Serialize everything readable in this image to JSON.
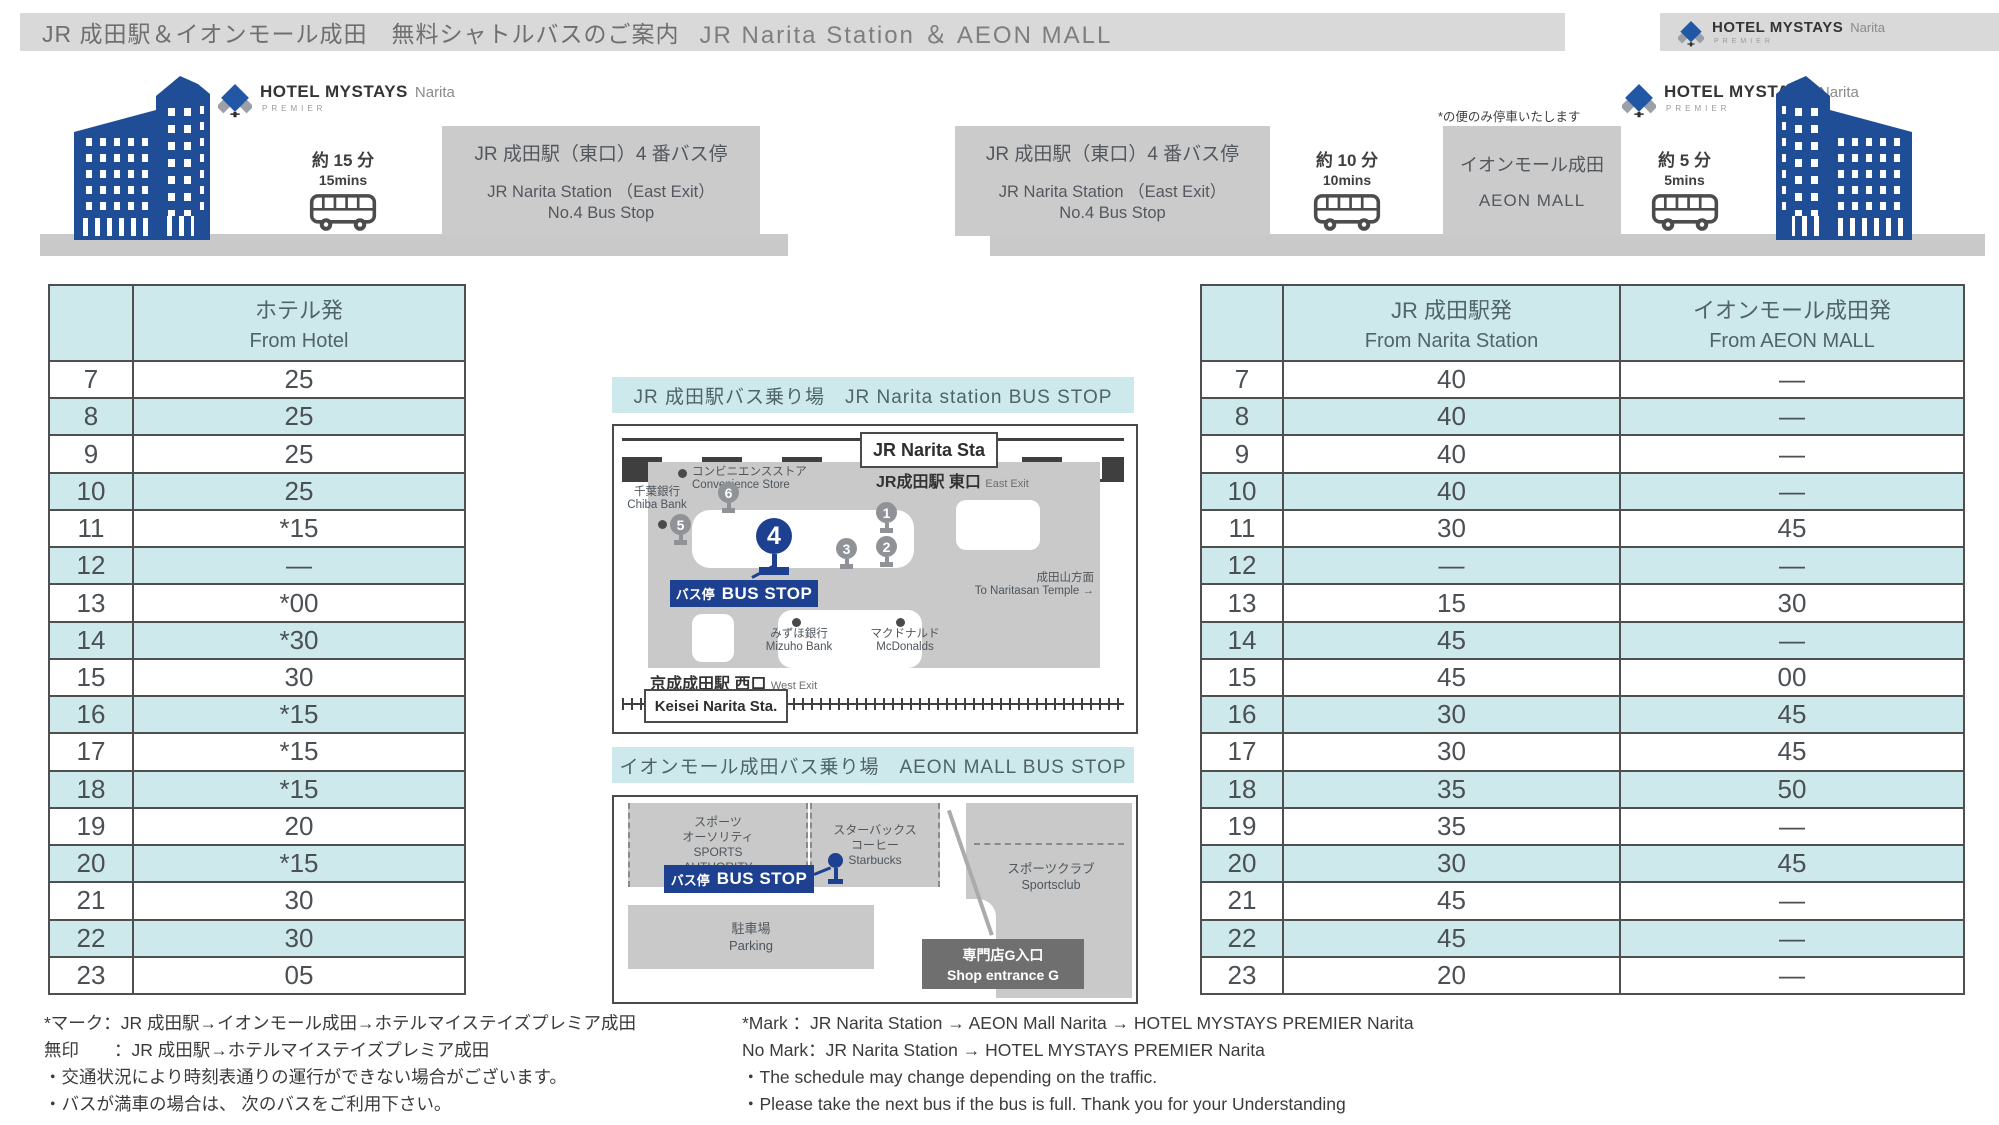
{
  "header": {
    "title_jp": "JR 成田駅＆イオンモール成田　無料シャトルバスのご案内",
    "title_en": "JR Narita Station  ＆ AEON MALL",
    "logo": {
      "brand": "HOTEL MYSTAYS",
      "place": "Narita",
      "premier": "PREMIER"
    }
  },
  "route": {
    "t15_jp": "約 15 分",
    "t15_en": "15mins",
    "t10_jp": "約 10 分",
    "t10_en": "10mins",
    "t5_jp": "約 5 分",
    "t5_en": "5mins",
    "station_box": {
      "jp": "JR 成田駅（東口）4 番バス停",
      "en1": "JR Narita Station （East Exit）",
      "en2": "No.4 Bus Stop"
    },
    "aeon_note": "*の便のみ停車いたします",
    "aeon_box": {
      "jp": "イオンモール成田",
      "en": "AEON MALL"
    }
  },
  "from_hotel_table": {
    "header_jp": "ホテル発",
    "header_en": "From Hotel",
    "rows": [
      {
        "hour": "7",
        "min": "25"
      },
      {
        "hour": "8",
        "min": "25"
      },
      {
        "hour": "9",
        "min": "25"
      },
      {
        "hour": "10",
        "min": "25"
      },
      {
        "hour": "11",
        "min": "*15"
      },
      {
        "hour": "12",
        "min": "—"
      },
      {
        "hour": "13",
        "min": "*00"
      },
      {
        "hour": "14",
        "min": "*30"
      },
      {
        "hour": "15",
        "min": "30"
      },
      {
        "hour": "16",
        "min": "*15"
      },
      {
        "hour": "17",
        "min": "*15"
      },
      {
        "hour": "18",
        "min": "*15"
      },
      {
        "hour": "19",
        "min": "20"
      },
      {
        "hour": "20",
        "min": "*15"
      },
      {
        "hour": "21",
        "min": "30"
      },
      {
        "hour": "22",
        "min": "30"
      },
      {
        "hour": "23",
        "min": "05"
      }
    ]
  },
  "from_station_table": {
    "col_station_jp": "JR 成田駅発",
    "col_station_en": "From Narita Station",
    "col_mall_jp": "イオンモール成田発",
    "col_mall_en": "From AEON MALL",
    "rows": [
      {
        "hour": "7",
        "station": "40",
        "mall": "—"
      },
      {
        "hour": "8",
        "station": "40",
        "mall": "—"
      },
      {
        "hour": "9",
        "station": "40",
        "mall": "—"
      },
      {
        "hour": "10",
        "station": "40",
        "mall": "—"
      },
      {
        "hour": "11",
        "station": "30",
        "mall": "45"
      },
      {
        "hour": "12",
        "station": "—",
        "mall": "—"
      },
      {
        "hour": "13",
        "station": "15",
        "mall": "30"
      },
      {
        "hour": "14",
        "station": "45",
        "mall": "—"
      },
      {
        "hour": "15",
        "station": "45",
        "mall": "00"
      },
      {
        "hour": "16",
        "station": "30",
        "mall": "45"
      },
      {
        "hour": "17",
        "station": "30",
        "mall": "45"
      },
      {
        "hour": "18",
        "station": "35",
        "mall": "50"
      },
      {
        "hour": "19",
        "station": "35",
        "mall": "—"
      },
      {
        "hour": "20",
        "station": "30",
        "mall": "45"
      },
      {
        "hour": "21",
        "station": "45",
        "mall": "—"
      },
      {
        "hour": "22",
        "station": "45",
        "mall": "—"
      },
      {
        "hour": "23",
        "station": "20",
        "mall": "—"
      }
    ]
  },
  "station_map": {
    "title": "JR 成田駅バス乗り場　JR Narita station BUS STOP",
    "station_label": "JR Narita Sta",
    "east_exit_jp": "JR成田駅 東口",
    "east_exit_en": "East Exit",
    "convenience_jp": "コンビニエンスストア",
    "convenience_en": "Convenience Store",
    "bank_jp": "千葉銀行",
    "bank_en": "Chiba Bank",
    "stop1": "1",
    "stop2": "2",
    "stop3": "3",
    "stop4": "4",
    "stop5": "5",
    "stop6": "6",
    "bus_stop_jp": "バス停",
    "bus_stop_en": "BUS STOP",
    "temple_jp": "成田山方面",
    "temple_en": "To Naritasan Temple →",
    "mizuho_jp": "みずほ銀行",
    "mizuho_en": "Mizuho Bank",
    "mcdonalds_jp": "マクドナルド",
    "mcdonalds_en": "McDonalds",
    "west_exit_jp": "京成成田駅 西口",
    "west_exit_en": "West Exit",
    "keisei_label": "Keisei Narita Sta."
  },
  "aeon_map": {
    "title": "イオンモール成田バス乗り場　AEON MALL BUS STOP",
    "sports1": "スポーツ",
    "sports2": "オーソリティ",
    "sports3": "SPORTS",
    "sports4": "AUTHORITY",
    "sb1": "スターバックス",
    "sb2": "コーヒー",
    "sb3": "Starbucks",
    "bus_stop_jp": "バス停",
    "bus_stop_en": "BUS STOP",
    "parking_jp": "駐車場",
    "parking_en": "Parking",
    "club_jp": "スポーツクラブ",
    "club_en": "Sportsclub",
    "entrance_jp": "専門店G入口",
    "entrance_en": "Shop entrance G"
  },
  "notes_jp": [
    "*マーク：JR 成田駅→イオンモール成田→ホテルマイステイズプレミア成田",
    "無印　　：JR 成田駅→ホテルマイステイズプレミア成田",
    "・交通状況により時刻表通りの運行ができない場合がございます。",
    "・バスが満車の場合は、 次のバスをご利用下さい。"
  ],
  "notes_en": [
    "*Mark  ：JR Narita Station → AEON Mall Narita → HOTEL MYSTAYS PREMIER Narita",
    "No Mark：JR Narita Station → HOTEL MYSTAYS PREMIER Narita",
    "・The schedule may change depending on the traffic.",
    "・Please take the next bus if the bus is full. Thank you for your Understanding"
  ],
  "colors": {
    "brand_blue": "#1f4e96",
    "busstop_blue": "#1d4190",
    "table_cyan": "#cee9ec",
    "band_gray": "#d9d9d9",
    "box_gray": "#cbcbcb",
    "map_gray": "#c9c9c9",
    "dark_box_gray": "#6f6f6f"
  }
}
